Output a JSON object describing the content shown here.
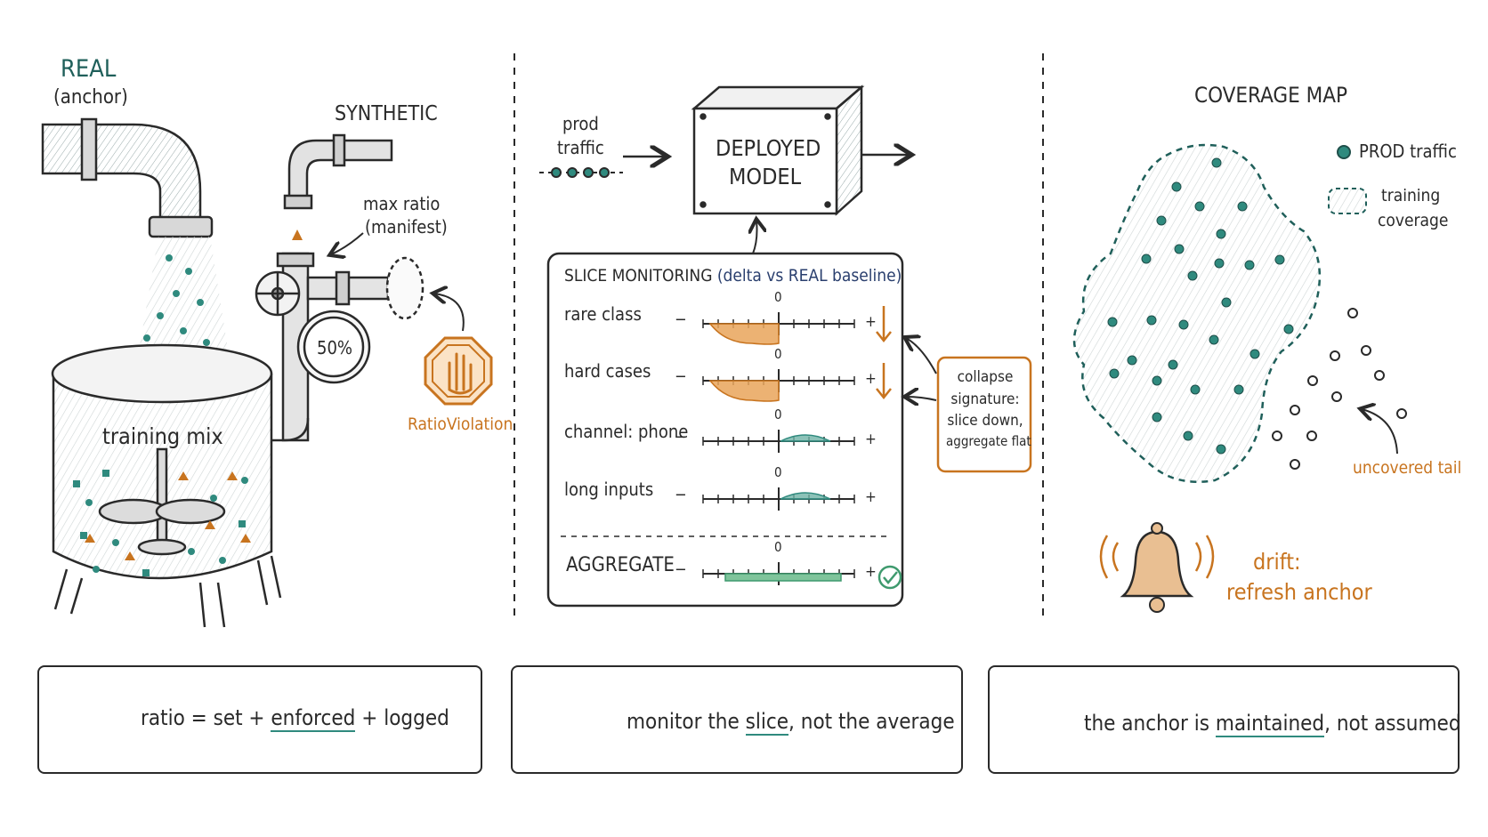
{
  "left_panel": {
    "real_label": "REAL",
    "anchor_label": "(anchor)",
    "synthetic_label": "SYNTHETIC",
    "max_ratio_label": "max ratio",
    "manifest_label": "(manifest)",
    "gauge_value": "50%",
    "tank_label": "training mix",
    "violation_label": "RatioViolation"
  },
  "middle_panel": {
    "prod_label": "prod",
    "traffic_label": "traffic",
    "model_line1": "DEPLOYED",
    "model_line2": "MODEL",
    "monitor_title": "SLICE MONITORING",
    "monitor_subtitle": "(delta vs REAL baseline)",
    "zero_label": "0",
    "minus_label": "−",
    "plus_label": "+",
    "slices": [
      {
        "label": "rare class",
        "trend": "down"
      },
      {
        "label": "hard cases",
        "trend": "down"
      },
      {
        "label": "channel: phone",
        "trend": "flat"
      },
      {
        "label": "long inputs",
        "trend": "flat"
      }
    ],
    "aggregate": {
      "label": "AGGREGATE",
      "trend": "ok"
    },
    "collapse_note": [
      "collapse",
      "signature:",
      "slice down,",
      "aggregate flat"
    ]
  },
  "right_panel": {
    "title": "COVERAGE MAP",
    "legend_prod": "PROD traffic",
    "legend_training": [
      "training",
      "coverage"
    ],
    "uncovered_label": "uncovered tail",
    "drift_line1": "drift:",
    "drift_line2": "refresh anchor"
  },
  "takeaways": [
    {
      "icon": "checklist-icon",
      "before": "ratio = set + ",
      "emph": "enforced",
      "after": " + logged"
    },
    {
      "icon": "chart-dip-icon",
      "before": "monitor the ",
      "emph": "slice",
      "after": ", not the average"
    },
    {
      "icon": "anchor-icon",
      "before": "the anchor is ",
      "emph": "maintained",
      "after": ", not assumed"
    }
  ],
  "colors": {
    "teal": "#2f8a7e",
    "orange": "#c8741f",
    "ink": "#2a2a2a",
    "green": "#3f9a6e"
  }
}
